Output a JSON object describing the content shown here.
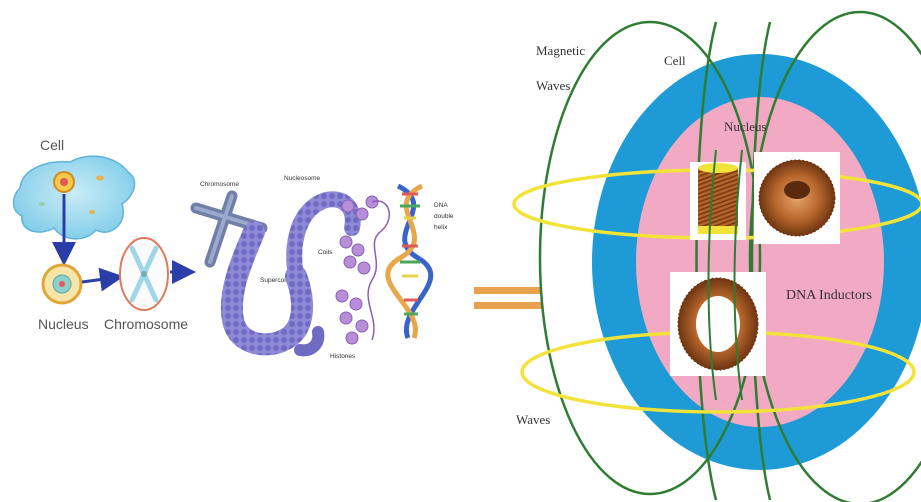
{
  "left_panel": {
    "cell_label": "Cell",
    "nucleus_label": "Nucleus",
    "chromosome_label": "Chromosome"
  },
  "middle_panel": {
    "chromosome_label": "Chromosome",
    "nucleosome_label": "Nucleosome",
    "dna_label_line1": "DNA",
    "dna_label_line2": "double",
    "dna_label_line3": "helix",
    "coils_label": "Coils",
    "supercoils_label": "Supercoils",
    "histones_label": "Histones"
  },
  "right_panel": {
    "magnetic_waves_line1": "Magnetic",
    "magnetic_waves_line2": "Waves",
    "cell_label": "Cell",
    "nucleus_label": "Nucleus",
    "dna_inductors_label": "DNA Inductors",
    "waves_label": "Waves"
  },
  "colors": {
    "cell_outer": "#1e9ad6",
    "nucleus": "#f2a9c4",
    "field_lines": "#2e7d32",
    "rings": "#f2e33a",
    "copper": "#b5652a",
    "arrow": "#2b3ea8",
    "equals": "#e8a14f",
    "chromatin": "#6f6bc2"
  }
}
